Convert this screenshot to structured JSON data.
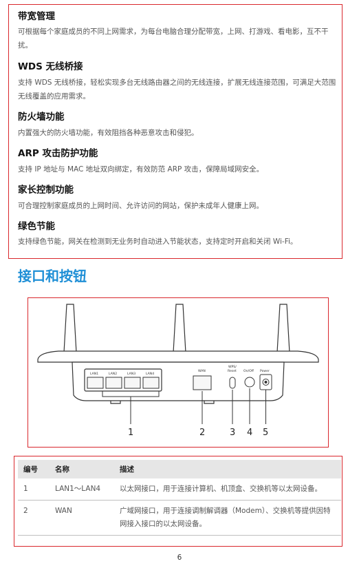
{
  "features": [
    {
      "title": "带宽管理",
      "desc": "可根据每个家庭成员的不同上网需求，为每台电脑合理分配带宽，上网、打游戏、看电影，互不干扰。"
    },
    {
      "title": "WDS  无线桥接",
      "desc": "支持  WDS  无线桥接，轻松实现多台无线路由器之间的无线连接，扩展无线连接范围，可满足大范围无线覆盖的应用需求。"
    },
    {
      "title": "防火墙功能",
      "desc": "内置强大的防火墙功能，有效阻挡各种恶意攻击和侵犯。"
    },
    {
      "title": "ARP  攻击防护功能",
      "desc": "支持  IP  地址与  MAC  地址双向绑定，有效防范  ARP  攻击，保障局域网安全。"
    },
    {
      "title": "家长控制功能",
      "desc": "可合理控制家庭成员的上网时间、允许访问的网站，保护未成年人健康上网。"
    },
    {
      "title": "绿色节能",
      "desc": "支持绿色节能，网关在检测到无业务时自动进入节能状态，支持定时开启和关闭 Wi-Fi。"
    }
  ],
  "interfaces_heading": "接口和按钮",
  "diagram": {
    "port_labels": [
      "LAN1",
      "LAN2",
      "LAN3",
      "LAN4",
      "WAN",
      "WPS/",
      "Reset",
      "On/Off",
      "Power"
    ],
    "callouts": [
      "1",
      "2",
      "3",
      "4",
      "5"
    ]
  },
  "table": {
    "headers": [
      "编号",
      "名称",
      "描述"
    ],
    "rows": [
      {
        "no": "1",
        "name": "LAN1～LAN4",
        "desc": "以太网接口，用于连接计算机、机顶盒、交换机等以太网设备。"
      },
      {
        "no": "2",
        "name": "WAN",
        "desc": "广域网接口，用于连接调制解调器（Modem）、交换机等提供因特网接入接口的以太网设备。"
      }
    ]
  },
  "page_number": "6"
}
